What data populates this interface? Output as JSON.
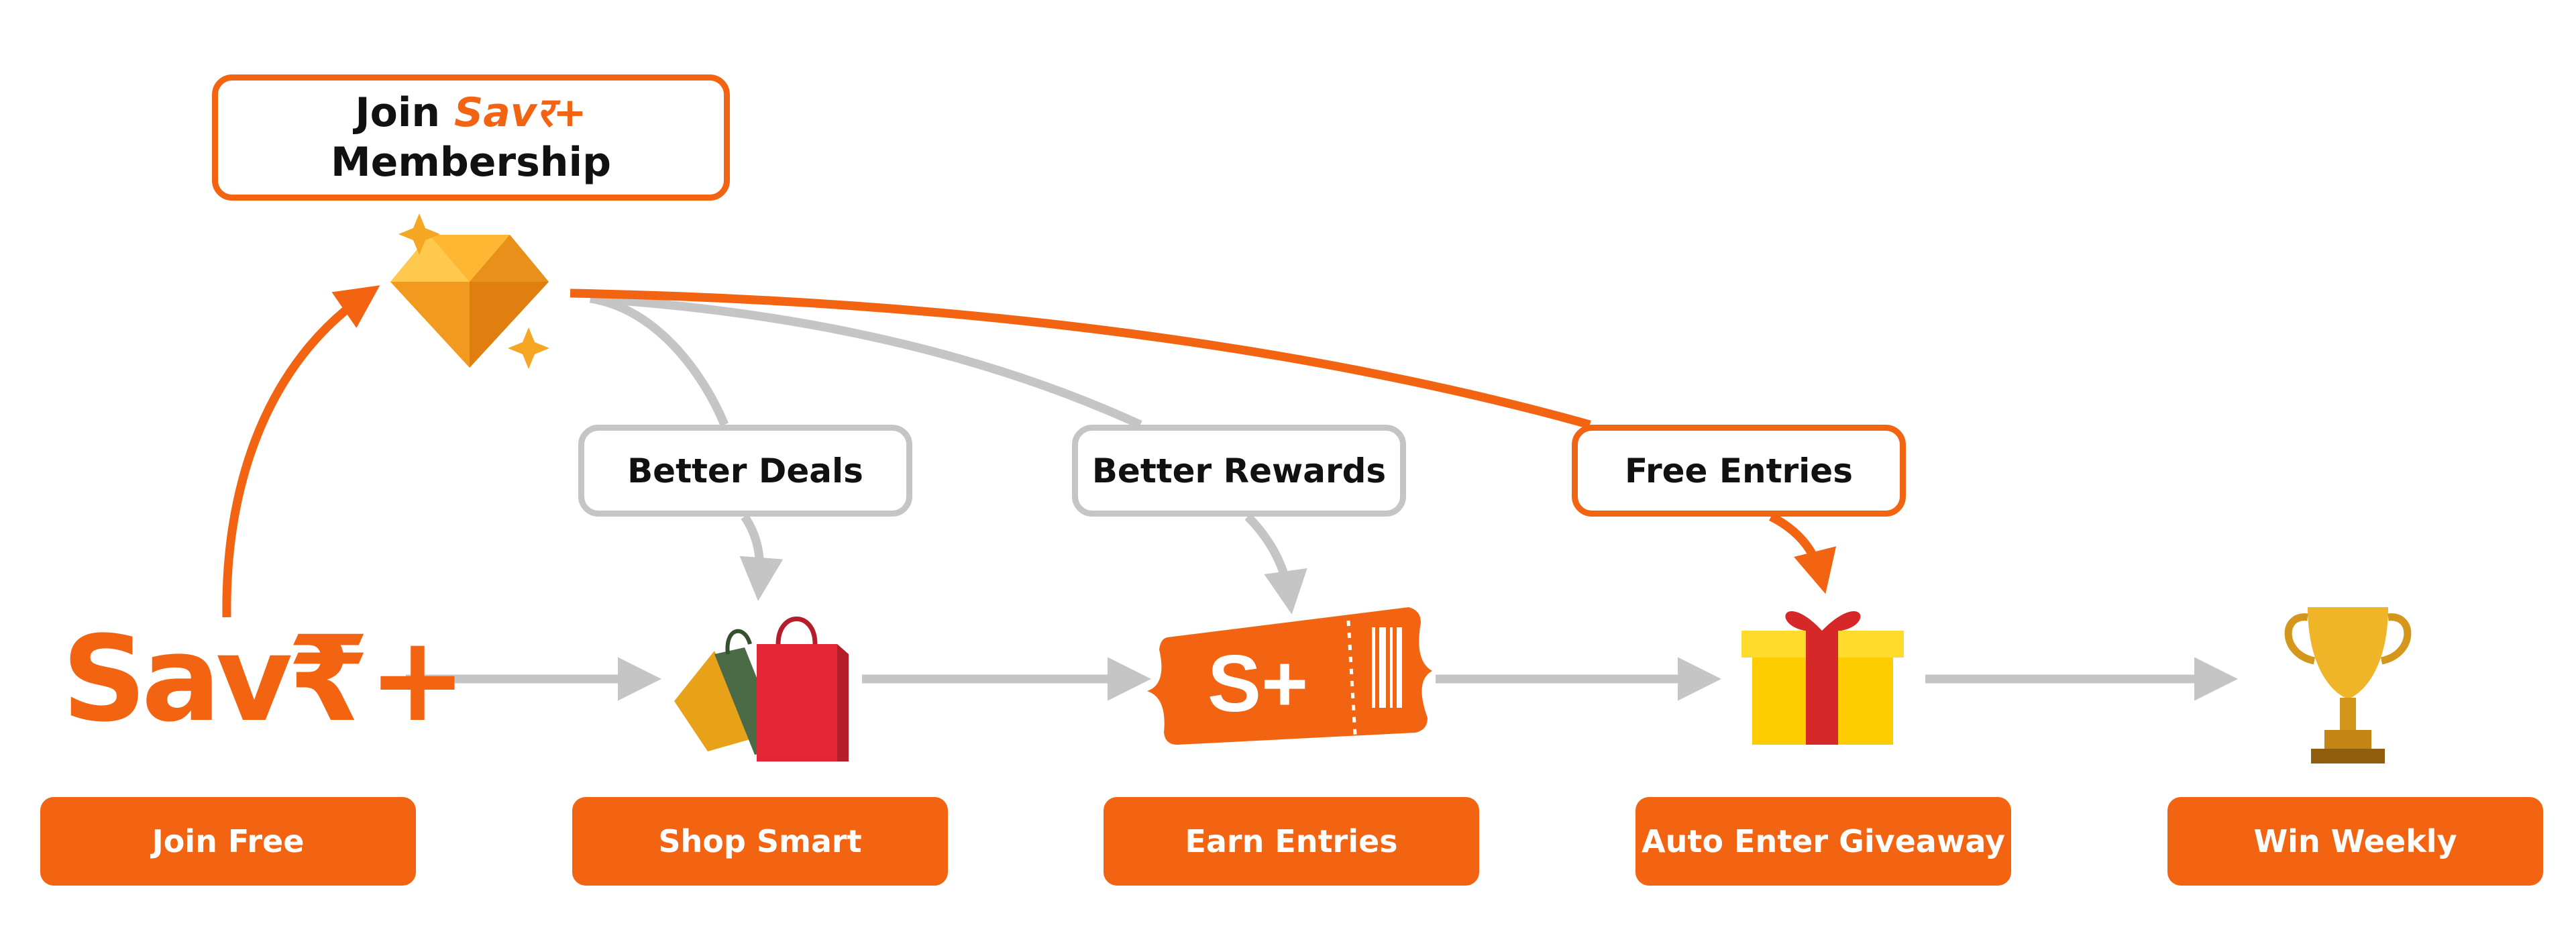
{
  "membership": {
    "join_word": "Join",
    "brand_word": "Savर+",
    "title_line2": "Membership",
    "icon": "diamond-icon"
  },
  "benefits": [
    {
      "label": "Better Deals",
      "style": "gray"
    },
    {
      "label": "Better Rewards",
      "style": "gray"
    },
    {
      "label": "Free Entries",
      "style": "orange"
    }
  ],
  "logo": {
    "text": "Sav",
    "rupee": "₹",
    "plus": "+"
  },
  "ticket": {
    "text": "S+"
  },
  "steps": [
    {
      "label": "Join Free",
      "icon": "savr-logo-icon"
    },
    {
      "label": "Shop Smart",
      "icon": "shopping-bags-icon"
    },
    {
      "label": "Earn Entries",
      "icon": "ticket-icon"
    },
    {
      "label": "Auto Enter Giveaway",
      "icon": "gift-icon"
    },
    {
      "label": "Win Weekly",
      "icon": "trophy-icon"
    }
  ],
  "colors": {
    "accent": "#f26411",
    "connector_gray": "#c5c5c5",
    "text": "#111111"
  }
}
